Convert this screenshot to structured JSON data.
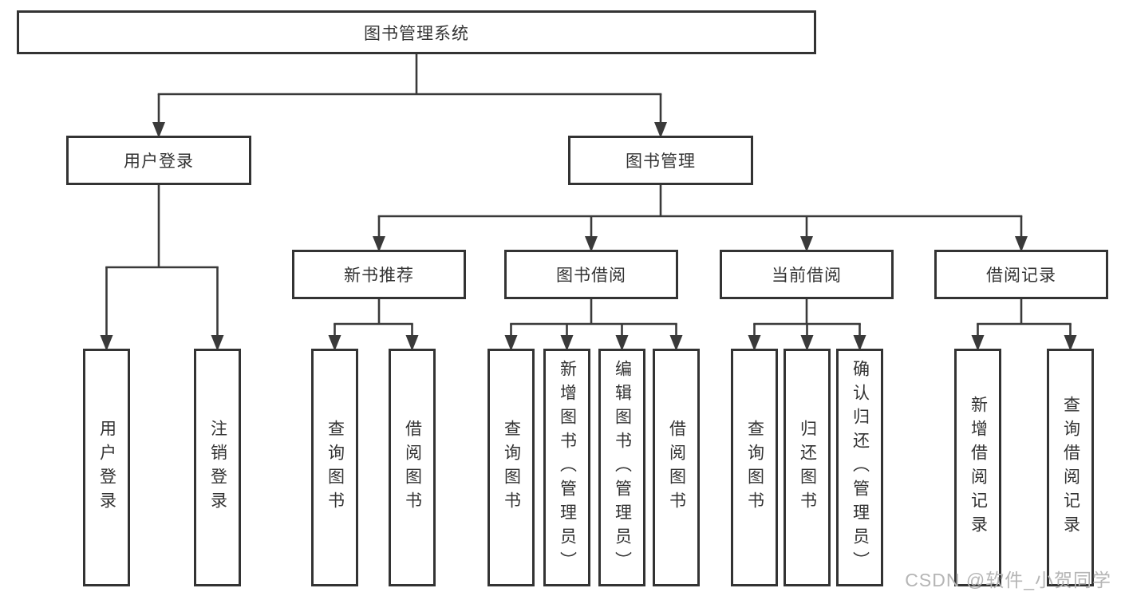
{
  "diagram": {
    "root": {
      "label": "图书管理系统"
    },
    "level2": [
      {
        "label": "用户登录"
      },
      {
        "label": "图书管理"
      }
    ],
    "level3": [
      {
        "label": "新书推荐"
      },
      {
        "label": "图书借阅"
      },
      {
        "label": "当前借阅"
      },
      {
        "label": "借阅记录"
      }
    ],
    "leaves": {
      "user_login": [
        "用户登录",
        "注销登录"
      ],
      "new_books": [
        "查询图书",
        "借阅图书"
      ],
      "book_borrow": [
        "查询图书",
        "新增图书（管理员）",
        "编辑图书（管理员）",
        "借阅图书"
      ],
      "current_borrow": [
        "查询图书",
        "归还图书",
        "确认归还（管理员）"
      ],
      "borrow_records": [
        "新增借阅记录",
        "查询借阅记录"
      ]
    }
  },
  "watermark": {
    "text": "CSDN @软件_小贺同学"
  },
  "colors": {
    "line": "#3a3a3a",
    "box_border": "#333333",
    "text": "#333333",
    "background": "#ffffff",
    "watermark": "#b5b5b5"
  }
}
